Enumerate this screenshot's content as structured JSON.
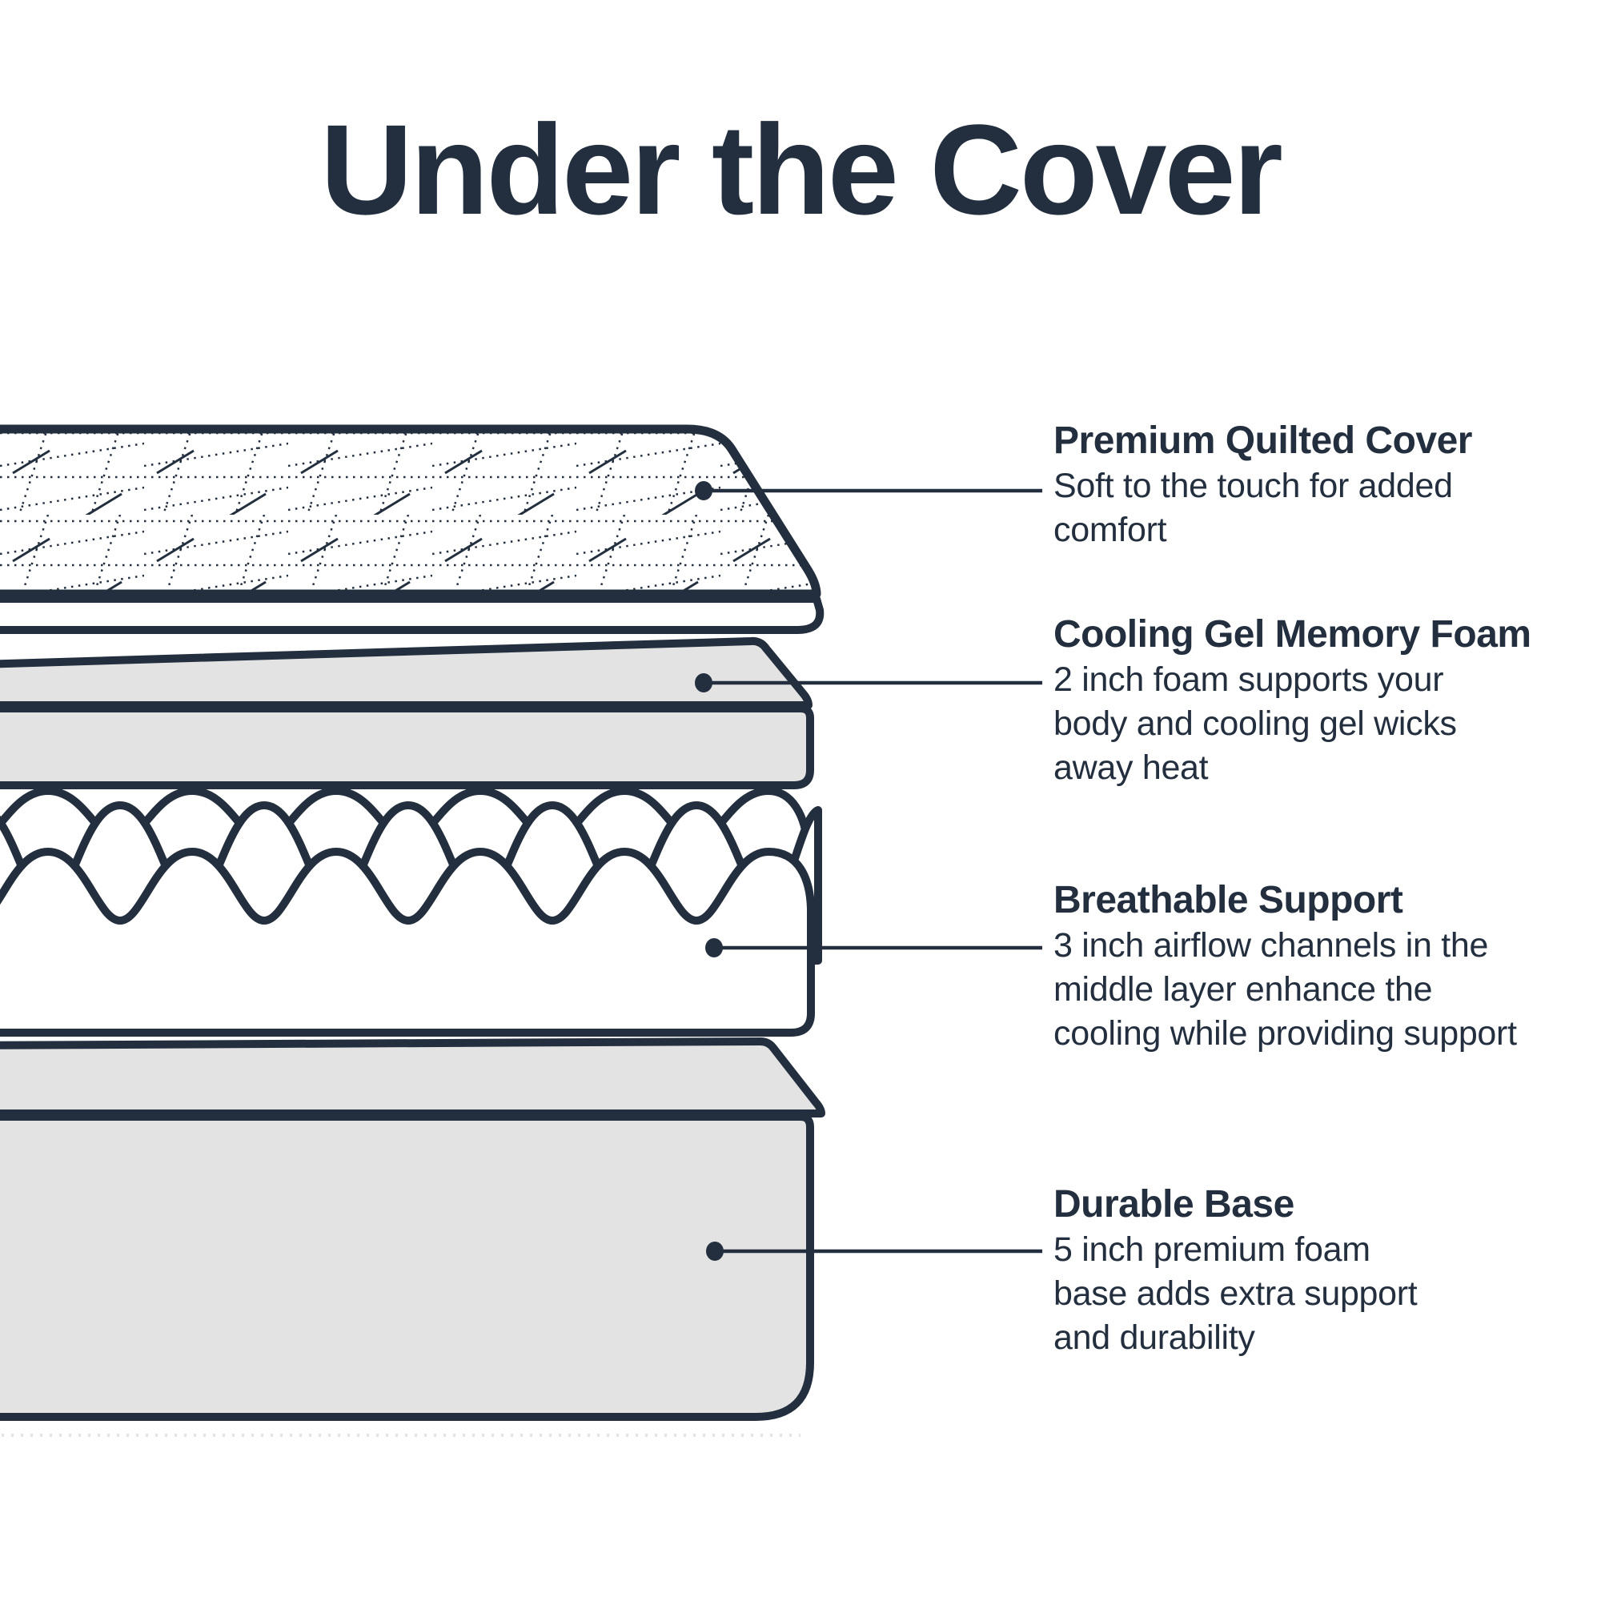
{
  "title": "Under the Cover",
  "colors": {
    "ink": "#232F3E",
    "layer_gray": "#E3E3E3",
    "background": "#FFFFFF",
    "shadow_dotted": "#E4E4E4"
  },
  "labels": [
    {
      "heading": "Premium Quilted Cover",
      "body": "Soft to the touch for added\ncomfort"
    },
    {
      "heading": "Cooling Gel Memory Foam",
      "body": "2 inch foam supports your\nbody and cooling gel wicks\naway heat"
    },
    {
      "heading": "Breathable Support",
      "body": "3 inch airflow channels in the\nmiddle layer enhance the\ncooling while providing support"
    },
    {
      "heading": "Durable Base",
      "body": "5 inch premium foam\nbase adds extra support\nand durability"
    }
  ]
}
